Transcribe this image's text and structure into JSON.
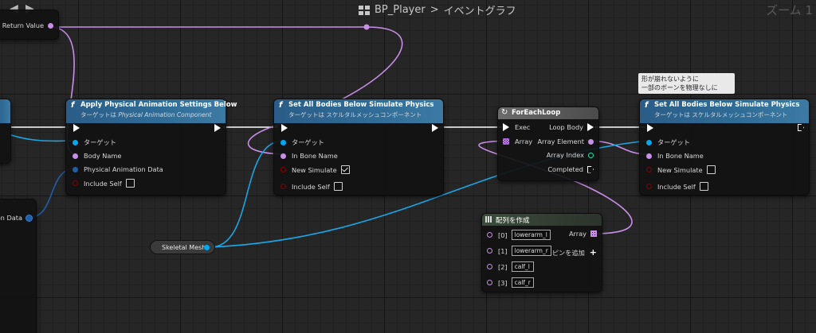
{
  "toolbar": {
    "back_icon": "◀",
    "forward_icon": "▶",
    "asset_name": "BP_Player",
    "separator": ">",
    "graph_name": "イベントグラフ",
    "zoom_label": "ズーム 1"
  },
  "return_node": {
    "pin_label": "Return Value"
  },
  "left_node": {
    "pin_label": "on Data"
  },
  "apply_node": {
    "title": "Apply Physical Animation Settings Below",
    "subtitle_prefix": "ターゲットは",
    "subtitle_class": "Physical Animation Component",
    "pin_target": "ターゲット",
    "pin_body_name": "Body Name",
    "pin_physical_animation_data": "Physical Animation Data",
    "pin_include_self": "Include Self"
  },
  "set_bodies_1": {
    "title": "Set All Bodies Below Simulate Physics",
    "subtitle": "ターゲットは スケルタルメッシュコンポーネント",
    "pin_target": "ターゲット",
    "pin_in_bone_name": "In Bone Name",
    "pin_new_simulate": "New Simulate",
    "pin_include_self": "Include Self",
    "new_simulate_checked": true,
    "include_self_checked": false
  },
  "foreach": {
    "title": "ForEachLoop",
    "pin_exec": "Exec",
    "pin_array": "Array",
    "pin_loop_body": "Loop Body",
    "pin_array_element": "Array Element",
    "pin_array_index": "Array Index",
    "pin_completed": "Completed"
  },
  "set_bodies_2": {
    "title": "Set All Bodies Below Simulate Physics",
    "subtitle": "ターゲットは スケルタルメッシュコンポーネント",
    "pin_target": "ターゲット",
    "pin_in_bone_name": "In Bone Name",
    "pin_new_simulate": "New Simulate",
    "pin_include_self": "Include Self",
    "new_simulate_checked": false,
    "include_self_checked": false
  },
  "comment": {
    "line1": "形が崩れないように",
    "line2": "一部のボーンを物理なしに"
  },
  "make_array": {
    "title": "配列を作成",
    "items": [
      {
        "index": "[0]",
        "value": "lowerarm_l"
      },
      {
        "index": "[1]",
        "value": "lowerarm_r"
      },
      {
        "index": "[2]",
        "value": "calf_l"
      },
      {
        "index": "[3]",
        "value": "calf_r"
      }
    ],
    "pin_array": "Array",
    "add_pin_label": "ピンを追加",
    "add_icon": "+"
  },
  "variable": {
    "label": "Skeletal Mesh"
  },
  "colors": {
    "exec": "#ffffff",
    "object": "#00a8f2",
    "name": "#c88ee8",
    "struct": "#1e5fa8",
    "bool": "#8c0000",
    "int": "#1fe0a8",
    "header": "#2f6c97"
  }
}
